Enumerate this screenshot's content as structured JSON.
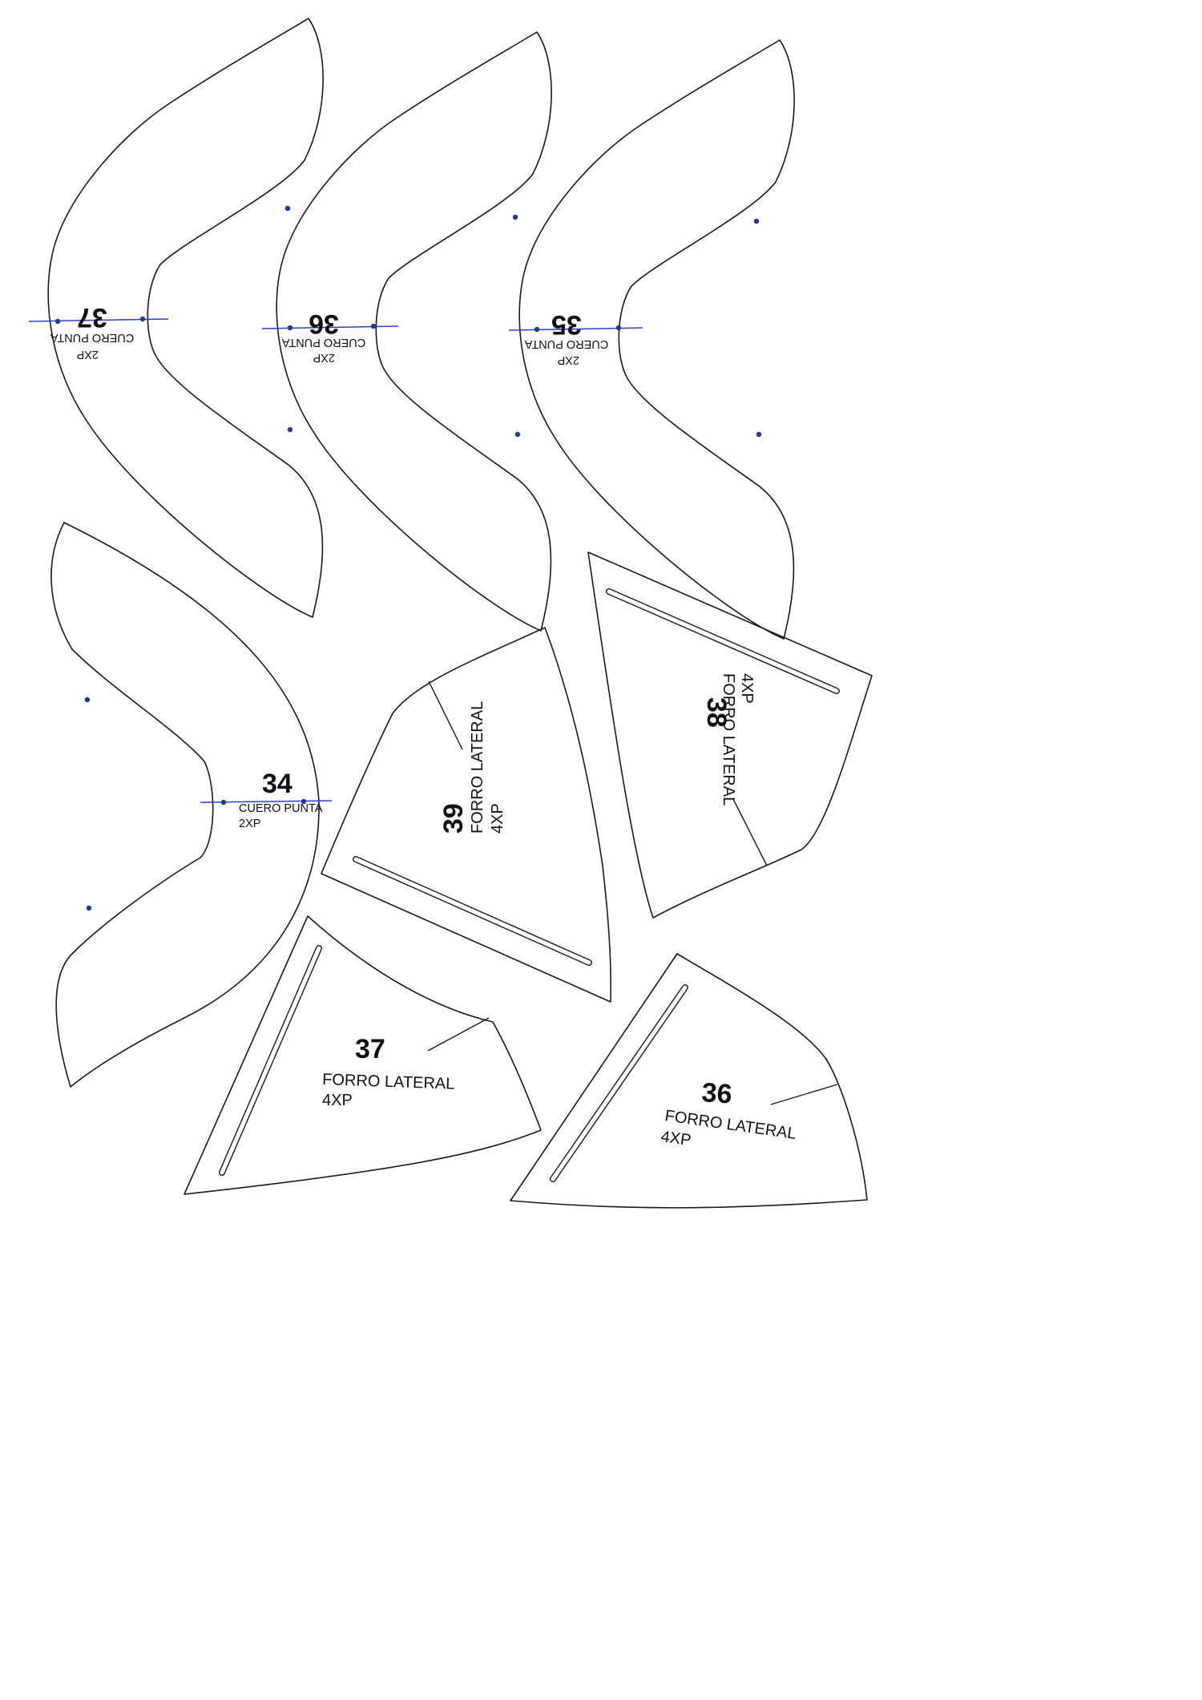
{
  "colors": {
    "outline": "#1a1a1a",
    "marker": "#1f3c91",
    "center_line": "#2b3fd1"
  },
  "pieces": {
    "cuero_37": {
      "number": "37",
      "name": "CUERO PUNTA",
      "qty": "2XP"
    },
    "cuero_36": {
      "number": "36",
      "name": "CUERO PUNTA",
      "qty": "2XP"
    },
    "cuero_35": {
      "number": "35",
      "name": "CUERO PUNTA",
      "qty": "2XP"
    },
    "cuero_34": {
      "number": "34",
      "name": "CUERO PUNTA",
      "qty": "2XP"
    },
    "forro_39": {
      "number": "39",
      "name": "FORRO LATERAL",
      "qty": "4XP"
    },
    "forro_38": {
      "number": "38",
      "name": "FORRO LATERAL",
      "qty": "4XP"
    },
    "forro_37": {
      "number": "37",
      "name": "FORRO LATERAL",
      "qty": "4XP"
    },
    "forro_36": {
      "number": "36",
      "name": "FORRO LATERAL",
      "qty": "4XP"
    }
  }
}
